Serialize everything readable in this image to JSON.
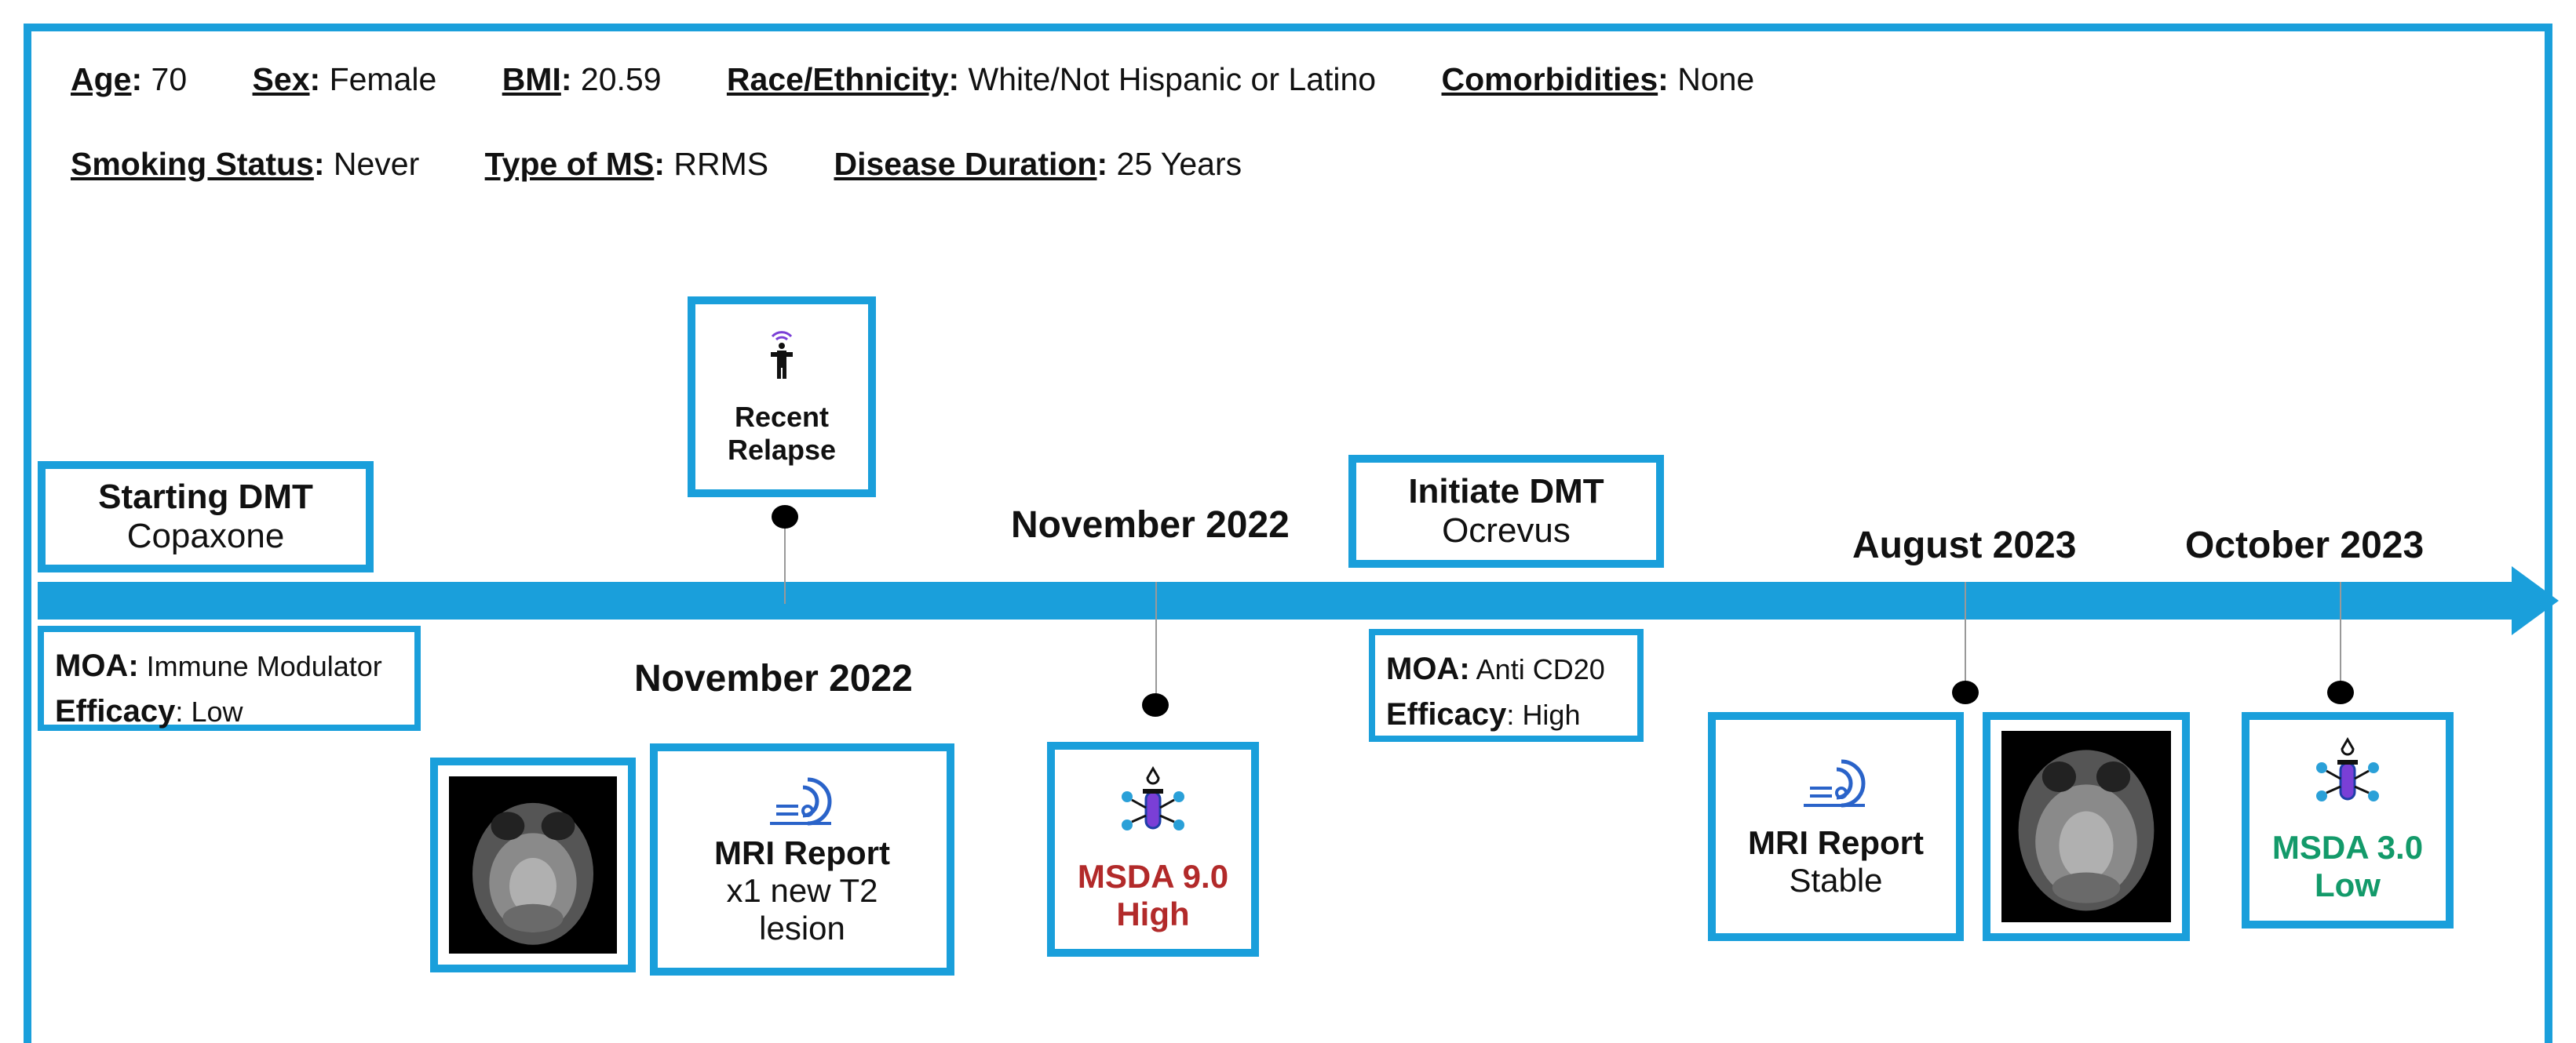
{
  "patient": {
    "age_label": "Age",
    "age_value": "70",
    "sex_label": "Sex",
    "sex_value": "Female",
    "bmi_label": "BMI",
    "bmi_value": "20.59",
    "race_label": "Race/Ethnicity",
    "race_value": "White/Not Hispanic or Latino",
    "comorb_label": "Comorbidities",
    "comorb_value": "None",
    "smoking_label": "Smoking Status",
    "smoking_value": "Never",
    "ms_label": "Type of MS",
    "ms_value": "RRMS",
    "duration_label": "Disease Duration",
    "duration_value": "25 Years",
    "colon": ":"
  },
  "timeline": {
    "start_dmt": {
      "title": "Starting DMT",
      "drug": "Copaxone"
    },
    "moa1": {
      "moa_label": "MOA:",
      "moa_value": "Immune Modulator",
      "eff_label": "Efficacy",
      "eff_value": "Low"
    },
    "relapse": {
      "line1": "Recent",
      "line2": "Relapse"
    },
    "date_nov_2022_a": "November 2022",
    "date_nov_2022_b": "November 2022",
    "mri1": {
      "title": "MRI Report",
      "line2": "x1 new T2",
      "line3": "lesion"
    },
    "msda1": {
      "line1": "MSDA 9.0",
      "line2": "High"
    },
    "initiate_dmt": {
      "title": "Initiate DMT",
      "drug": "Ocrevus"
    },
    "moa2": {
      "moa_label": "MOA:",
      "moa_value": "Anti CD20",
      "eff_label": "Efficacy",
      "eff_value": "High"
    },
    "date_aug_2023": "August 2023",
    "mri2": {
      "title": "MRI Report",
      "line2": "Stable"
    },
    "date_oct_2023": "October 2023",
    "msda2": {
      "line1": "MSDA 3.0",
      "line2": "Low"
    }
  },
  "colors": {
    "accent": "#1a9fdb",
    "high": "#b22a2a",
    "low": "#139a6a",
    "icon_blue": "#2a63c9",
    "icon_purple": "#7a3fd6"
  }
}
